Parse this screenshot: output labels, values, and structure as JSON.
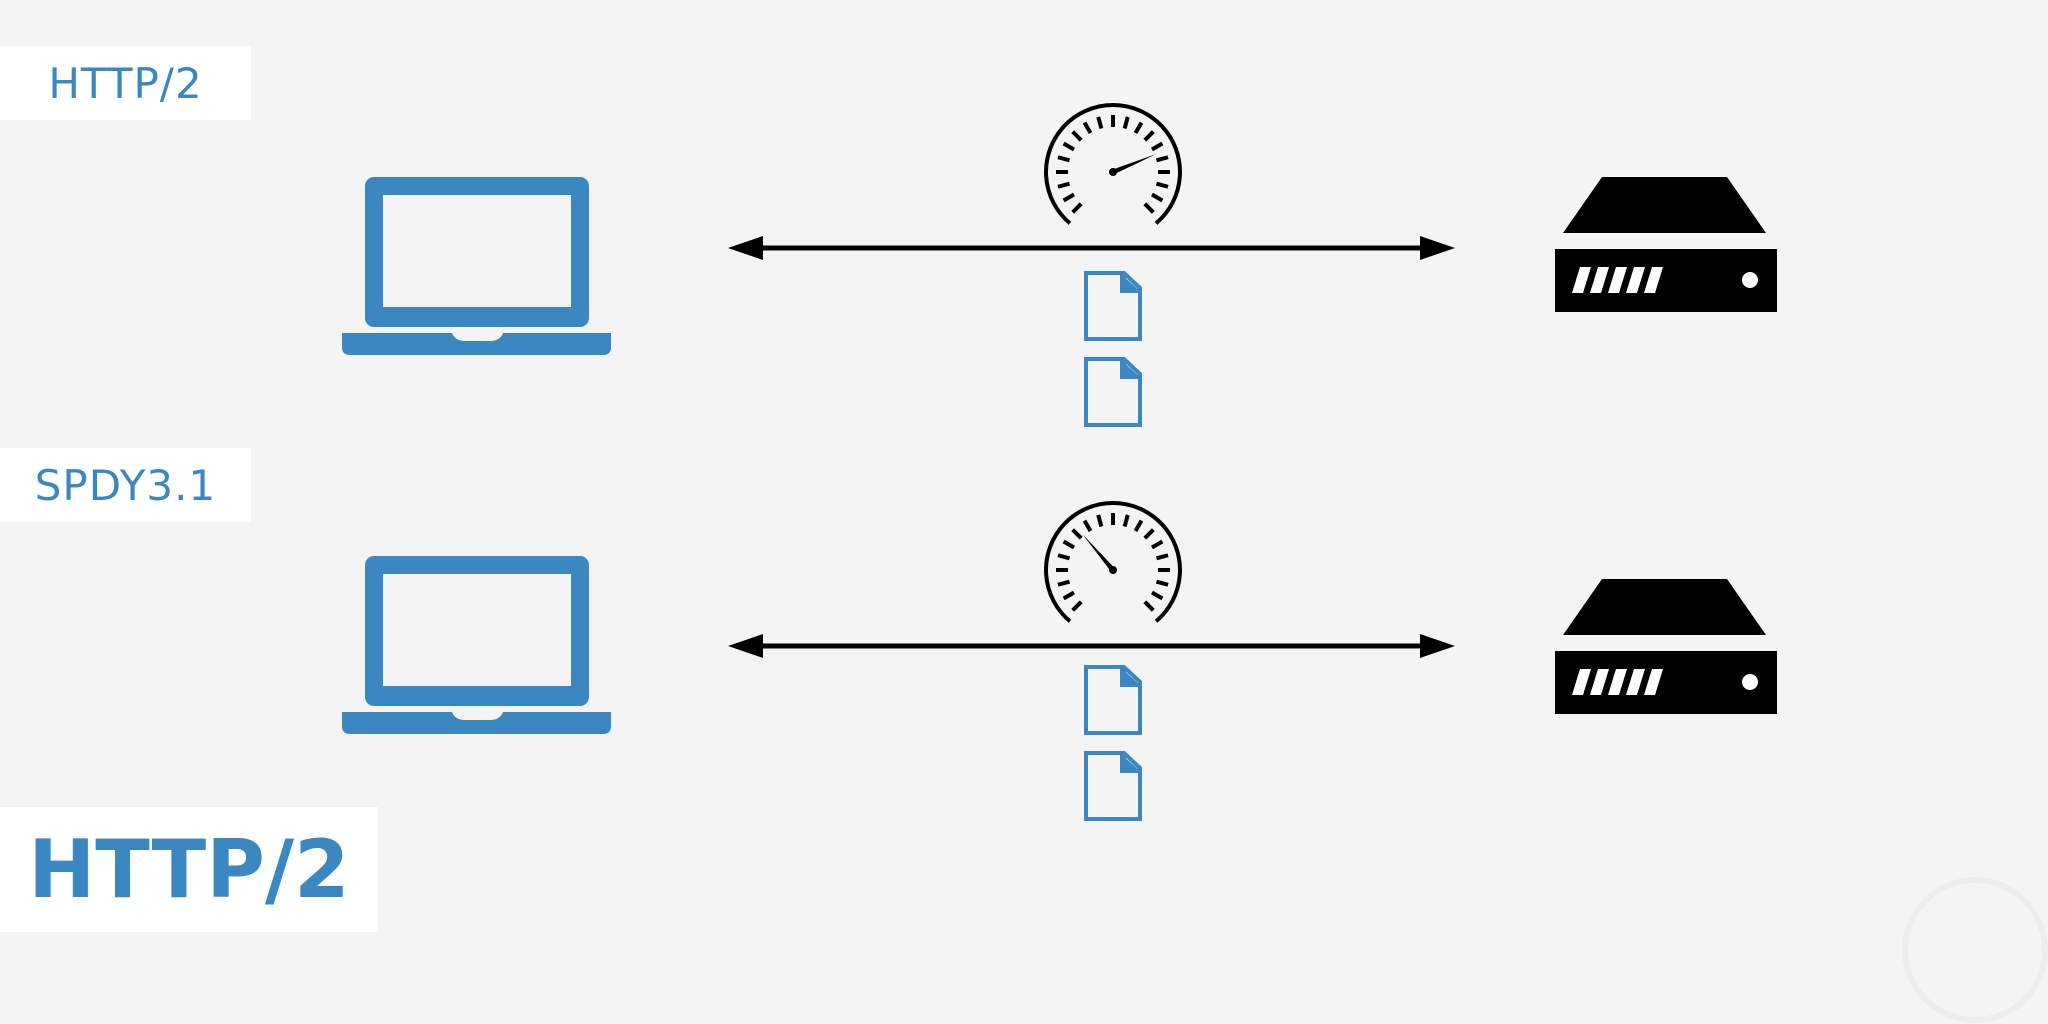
{
  "labels": {
    "top": "HTTP/2",
    "middle": "SPDY3.1",
    "bottom": "HTTP/2"
  },
  "rows": [
    {
      "name": "http2",
      "gauge_level": 0.75
    },
    {
      "name": "spdy",
      "gauge_level": 0.35
    }
  ],
  "colors": {
    "background": "#f4f4f4",
    "accent_blue": "#3a87c2",
    "dark": "#000000",
    "label_bg": "#ffffff"
  },
  "icons": [
    "laptop-icon",
    "speedometer-icon",
    "document-icon",
    "server-icon",
    "double-arrow-icon"
  ]
}
